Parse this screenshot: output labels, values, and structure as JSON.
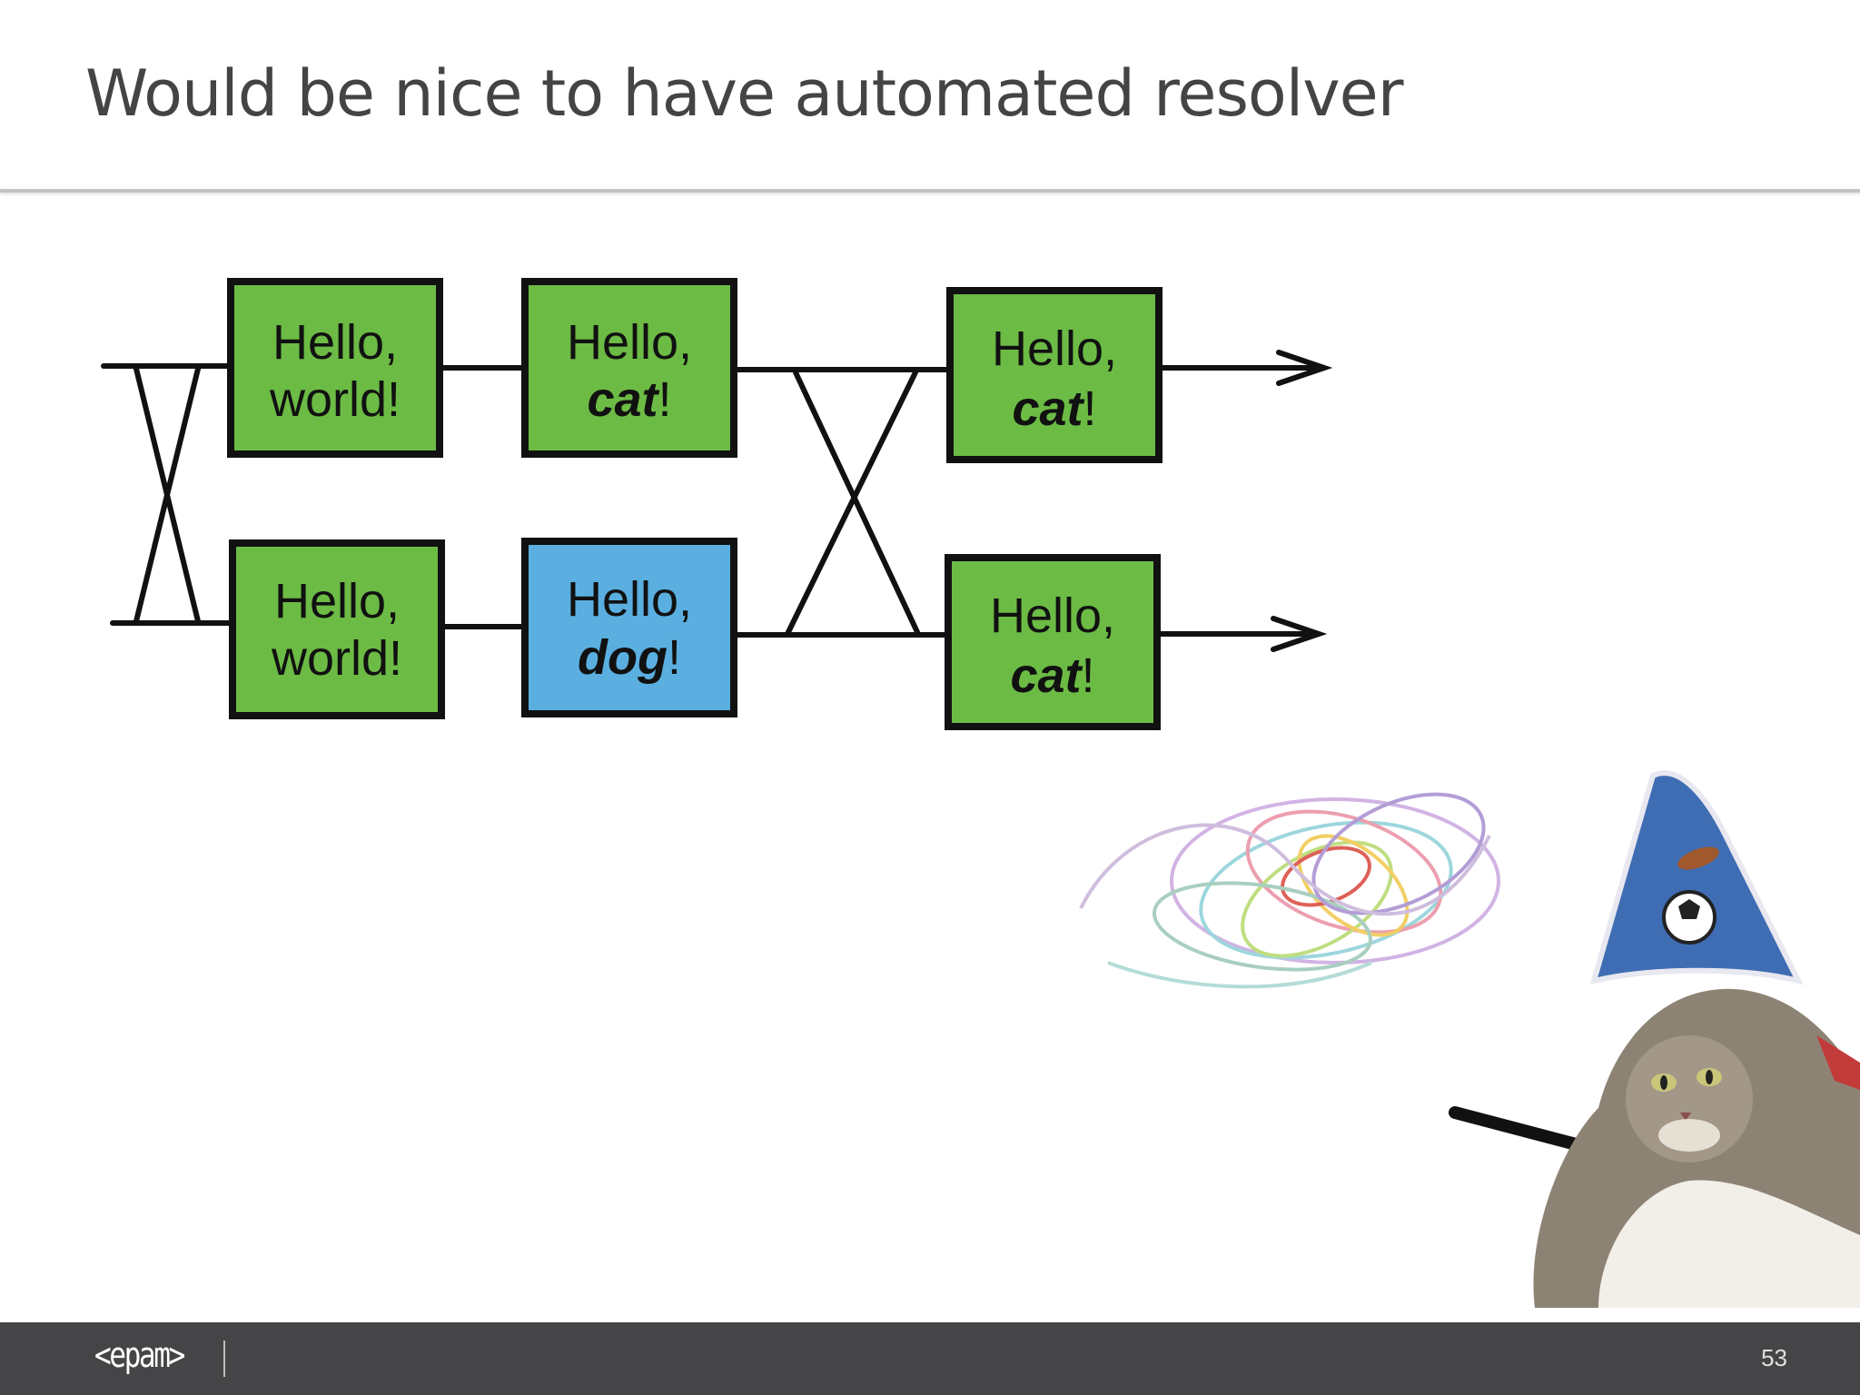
{
  "slide": {
    "title": "Would be nice to have automated resolver",
    "page_number": "53"
  },
  "footer": {
    "logo_text": "<epam>"
  },
  "diagram": {
    "row1": [
      {
        "line1": "Hello,",
        "line2_bold": "",
        "line2_rest": "world!",
        "color": "#6cbb45"
      },
      {
        "line1": "Hello,",
        "line2_bold": "cat",
        "line2_rest": "!",
        "color": "#6cbb45"
      },
      {
        "line1": "Hello,",
        "line2_bold": "cat",
        "line2_rest": "!",
        "color": "#6cbb45"
      }
    ],
    "row2": [
      {
        "line1": "Hello,",
        "line2_bold": "",
        "line2_rest": "world!",
        "color": "#6cbb45"
      },
      {
        "line1": "Hello,",
        "line2_bold": "dog",
        "line2_rest": "!",
        "color": "#5aafe0"
      },
      {
        "line1": "Hello,",
        "line2_bold": "cat",
        "line2_rest": "!",
        "color": "#6cbb45"
      }
    ]
  },
  "colors": {
    "green_box": "#6cbb45",
    "blue_box": "#5aafe0",
    "header_text": "#444444",
    "footer_bg": "#454547"
  }
}
